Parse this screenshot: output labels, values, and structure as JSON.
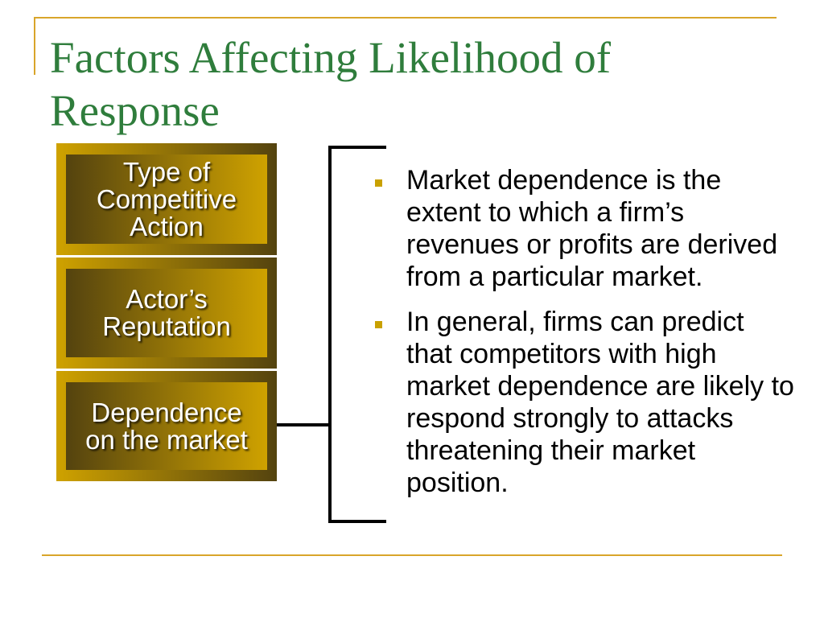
{
  "colors": {
    "title": "#2F7D3C",
    "accent_rule": "#D9A52A",
    "box_gold": "#CFA200",
    "box_brown": "#54430F",
    "bullet": "#C9A100",
    "connector": "#000000",
    "label_text": "#FFFFFF",
    "body_text": "#000000"
  },
  "slide": {
    "title": "Factors Affecting Likelihood of Response",
    "factor_boxes": [
      {
        "label": "Type of\nCompetitive\nAction"
      },
      {
        "label": "Actor’s\nReputation"
      },
      {
        "label": "Dependence\non the market"
      }
    ],
    "bullets": [
      "Market dependence is the\nextent to which a firm’s\nrevenues or profits are derived\nfrom a particular market.",
      "In general, firms can predict\nthat competitors with high\nmarket dependence are likely to\nrespond strongly to attacks\nthreatening their market\nposition."
    ]
  }
}
